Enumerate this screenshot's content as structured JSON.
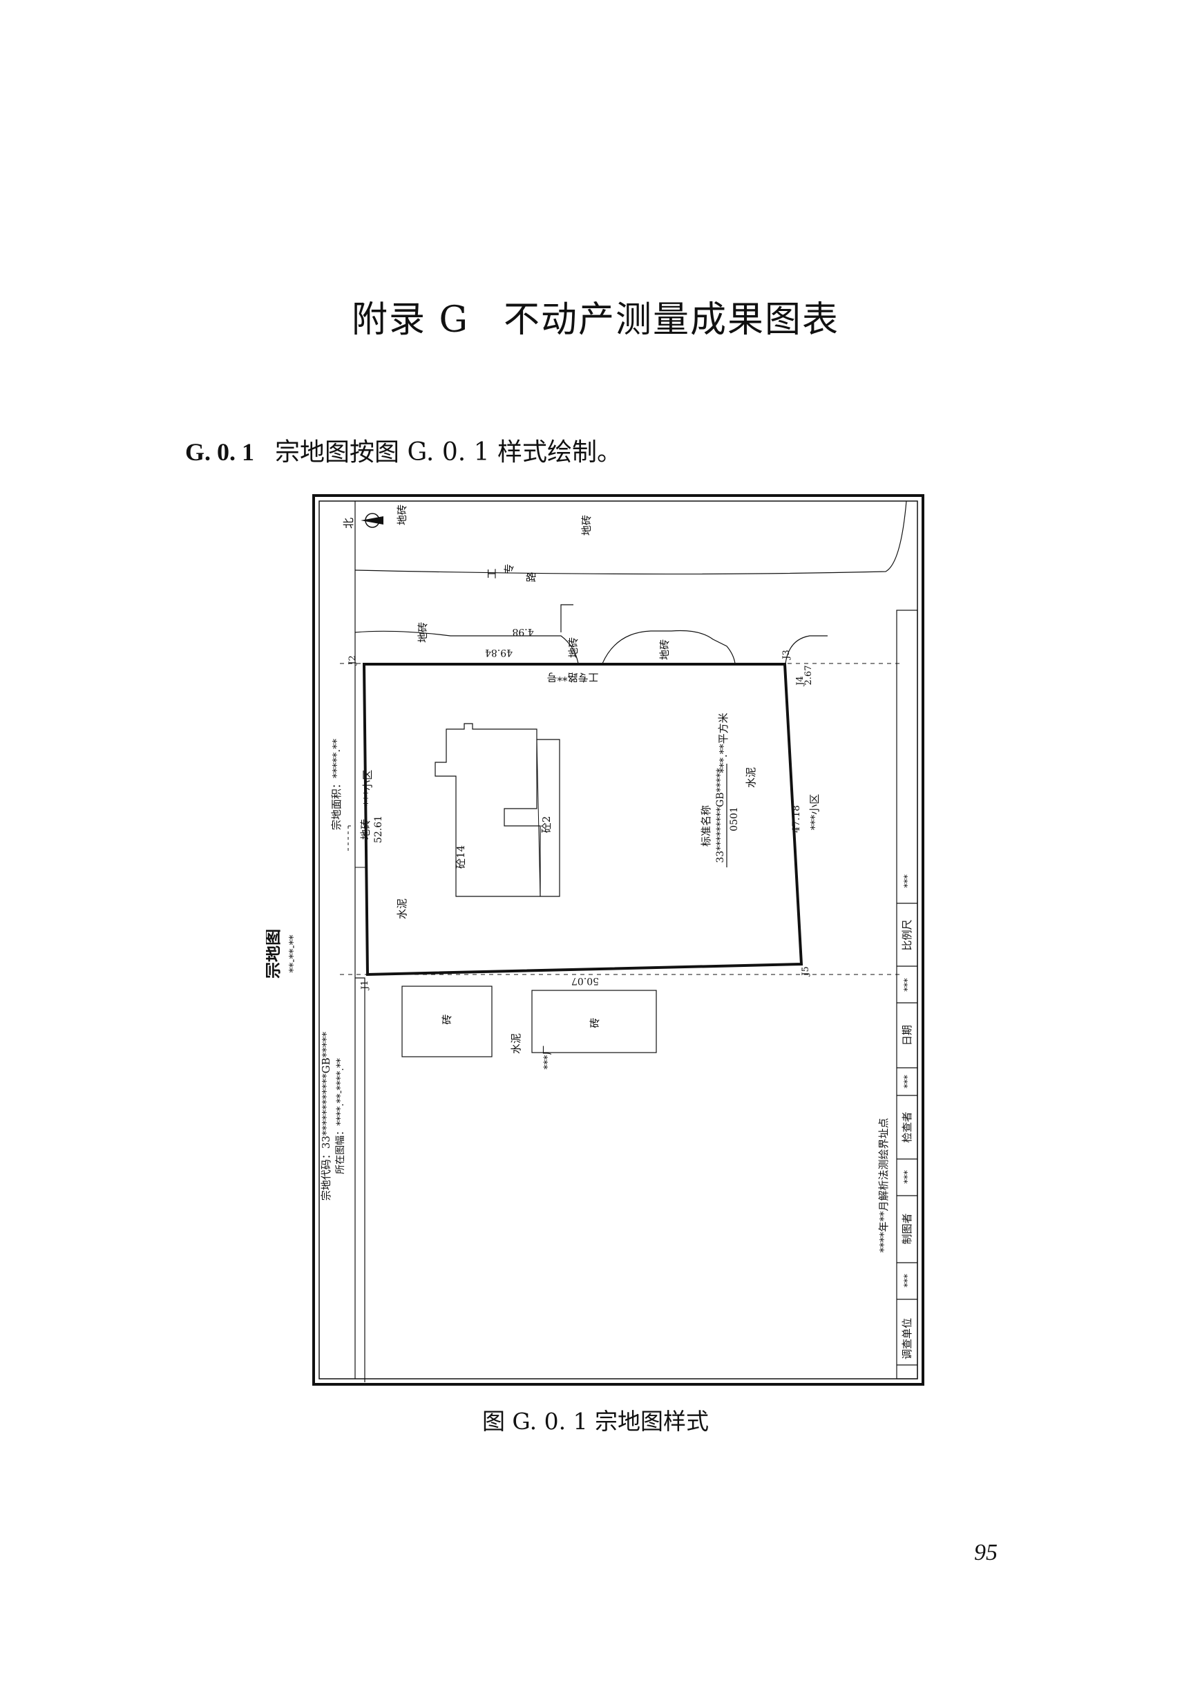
{
  "page": {
    "title_part1": "附录 G",
    "title_part2": "不动产测量成果图表",
    "section_number": "G. 0. 1",
    "section_text": "宗地图按图 G. 0. 1 样式绘制。",
    "caption": "图 G. 0. 1    宗地图样式",
    "page_number": "95"
  },
  "map": {
    "title": "宗地图",
    "code": "**-**-**",
    "parcel_code": "宗地代码：33************GB*****",
    "sheet": "所在图幅：****.**-****.**",
    "parcel_area": "宗地面积：*****.**",
    "north": "北",
    "labels": {
      "di_zhuan": "地砖",
      "gong": "工",
      "zhuan_char": "专",
      "lu": "路",
      "road_address": "工专路**号",
      "shui_ni": "水泥",
      "community": "***小区",
      "factory": "***厂",
      "brick": "砖",
      "bldg_a": "砼2",
      "bldg_b": "砼14",
      "std_name": "标准名称",
      "gb_code": "33*********GB*****",
      "area": "***.**平方米",
      "number": "0501"
    },
    "points": [
      "J1",
      "J2",
      "J3",
      "J4",
      "J5"
    ],
    "distances": {
      "top_left_road": "49.84",
      "top_right_road": "4.98",
      "j3_j4": "2.67",
      "left": "52.61",
      "right": "47.18",
      "bottom": "50.07"
    },
    "footer": {
      "survey_note": "****年**月解析法测绘界址点",
      "cells": [
        {
          "label": "调查单位",
          "value": "***"
        },
        {
          "label": "制图者",
          "value": "***"
        },
        {
          "label": "检查者",
          "value": "***"
        },
        {
          "label": "日期",
          "value": "***"
        },
        {
          "label": "比例尺",
          "value": "***"
        }
      ]
    }
  }
}
